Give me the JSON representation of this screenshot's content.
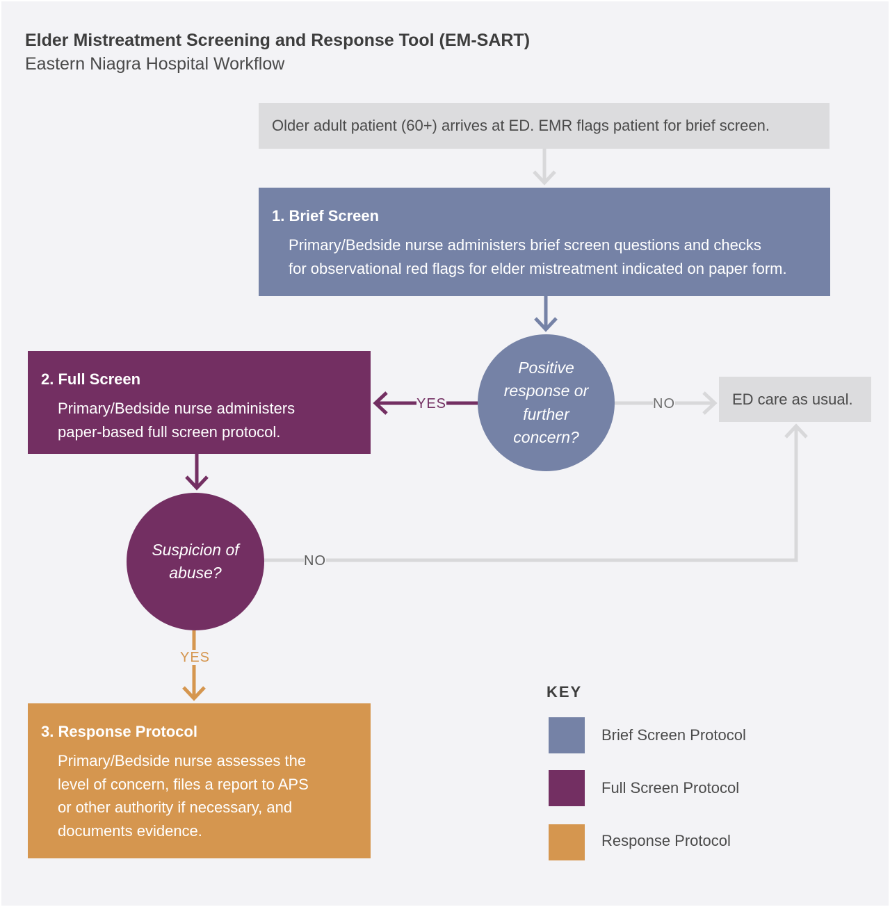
{
  "header": {
    "title": "Elder Mistreatment Screening and Response Tool (EM-SART)",
    "subtitle": "Eastern Niagra Hospital Workflow"
  },
  "nodes": {
    "start": {
      "text": "Older adult patient (60+) arrives at ED. EMR flags patient for brief screen."
    },
    "brief_screen": {
      "title": "1. Brief Screen",
      "body_lines": [
        "Primary/Bedside nurse administers brief screen questions and checks",
        "for observational red flags for elder mistreatment indicated on paper form."
      ]
    },
    "decision_positive": {
      "lines": [
        "Positive",
        "response or",
        "further",
        "concern?"
      ]
    },
    "full_screen": {
      "title": "2. Full Screen",
      "body_lines": [
        "Primary/Bedside nurse administers",
        "paper-based full screen protocol."
      ]
    },
    "ed_care": {
      "text": "ED care as usual."
    },
    "decision_abuse": {
      "lines": [
        "Suspicion of",
        "abuse?"
      ]
    },
    "response_protocol": {
      "title": "3. Response Protocol",
      "body_lines": [
        "Primary/Bedside nurse assesses the",
        "level of concern, files a report to APS",
        "or other authority if necessary, and",
        "documents evidence."
      ]
    }
  },
  "edges": {
    "yes_to_full": "YES",
    "no_to_usual": "NO",
    "no_abuse": "NO",
    "yes_abuse": "YES"
  },
  "key": {
    "title": "KEY",
    "items": [
      {
        "label": "Brief Screen Protocol",
        "color": "#7582a6"
      },
      {
        "label": "Full Screen Protocol",
        "color": "#732f62"
      },
      {
        "label": "Response Protocol",
        "color": "#d5964f"
      }
    ]
  },
  "colors": {
    "brief": "#7582a6",
    "full": "#732f62",
    "response": "#d5964f",
    "neutral": "#dcdcde",
    "connector_gray": "#d8d8da"
  }
}
